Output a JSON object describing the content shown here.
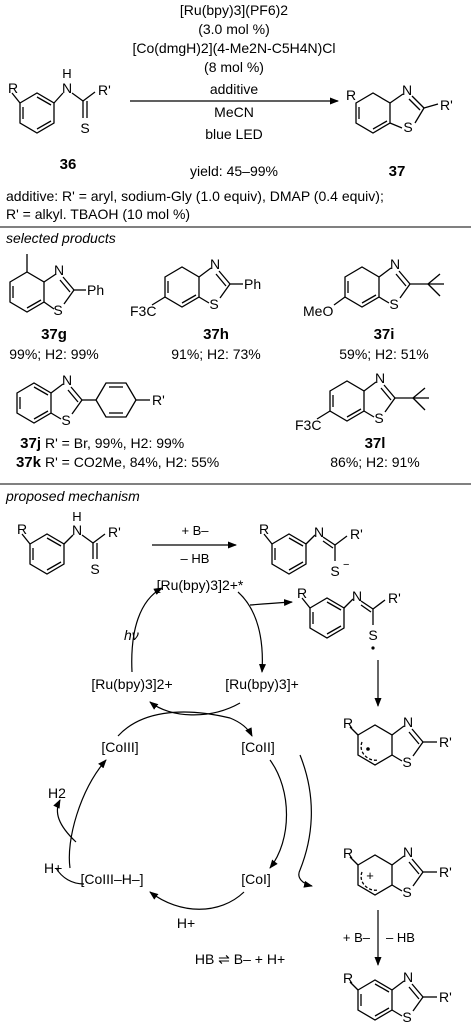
{
  "scheme": {
    "catalyst_1": "[Ru(bpy)3](PF6)2",
    "catalyst_1_loading": "(3.0 mol %)",
    "catalyst_2": "[Co(dmgH)2](4-Me2N-C5H4N)Cl",
    "catalyst_2_loading": "(8 mol %)",
    "additive_label": "additive",
    "solvent": "MeCN",
    "light": "blue LED",
    "reactant_label": "36",
    "product_label": "37",
    "yield": "yield: 45–99%",
    "additive_note_1": "additive: R' = aryl, sodium-Gly (1.0 equiv), DMAP (0.4 equiv);",
    "additive_note_2": "R' = alkyl. TBAOH (10 mol %)"
  },
  "products": {
    "heading": "selected products",
    "items": [
      {
        "id": "37g",
        "result": "99%; H2: 99%",
        "substituent": "Ph"
      },
      {
        "id": "37h",
        "result": "91%; H2: 73%",
        "substituent": "Ph",
        "group": "F3C"
      },
      {
        "id": "37i",
        "result": "59%; H2: 51%",
        "group": "MeO"
      },
      {
        "id": "37j",
        "result": "R' = Br, 99%, H2: 99%"
      },
      {
        "id": "37k",
        "result": "R' = CO2Me, 84%, H2: 55%"
      },
      {
        "id": "37l",
        "result": "86%; H2: 91%",
        "group": "F3C"
      }
    ]
  },
  "mechanism": {
    "heading": "proposed mechanism",
    "base_add": "+ B–",
    "base_loss": "– HB",
    "ru_excited": "[Ru(bpy)3]2+*",
    "ru_ground": "[Ru(bpy)3]2+",
    "ru_reduced": "[Ru(bpy)3]+",
    "light": "hν",
    "co3": "[CoIII]",
    "co2": "[CoII]",
    "co1": "[CoI]",
    "co_hydride": "[CoIII–H–]",
    "h2": "H2",
    "proton_1": "H+",
    "proton_2": "H+",
    "base_add_2": "+ B–",
    "base_loss_2": "– HB",
    "equilibrium": "HB ⇌ B– + H+"
  },
  "atoms": {
    "R": "R",
    "Rp": "R'",
    "N": "N",
    "S": "S",
    "H": "H",
    "Ph": "Ph"
  }
}
